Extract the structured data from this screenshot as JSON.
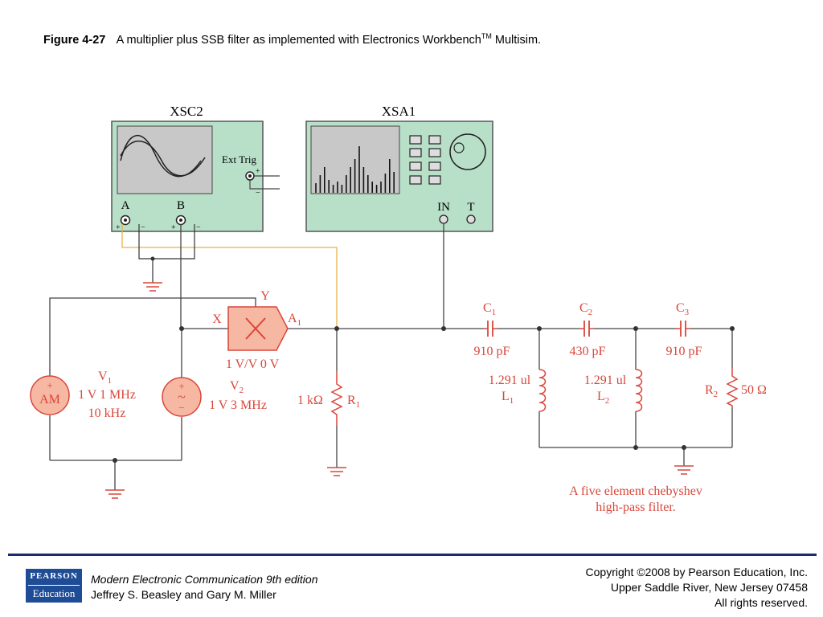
{
  "caption": {
    "figure_label": "Figure 4-27",
    "text": "A multiplier plus SSB filter as implemented with Electronics Workbench",
    "superscript": "TM",
    "suffix": " Multisim."
  },
  "instruments": {
    "scope": {
      "name": "XSC2",
      "ext_trig": "Ext Trig",
      "plus": "+",
      "minus": "−",
      "channel_a": "A",
      "channel_b": "B"
    },
    "analyzer": {
      "name": "XSA1",
      "in_label": "IN",
      "trig_label": "T"
    }
  },
  "multiplier": {
    "y_label": "Y",
    "x_label": "X",
    "name": "A",
    "name_sub": "1",
    "gain": "1 V/V 0 V"
  },
  "sources": {
    "v1": {
      "symbol": "AM",
      "plus": "+",
      "name": "V",
      "name_sub": "1",
      "line1": "1 V 1 MHz",
      "line2": "10 kHz"
    },
    "v2": {
      "plus": "+",
      "wave": "~",
      "minus": "−",
      "name": "V",
      "name_sub": "2",
      "line1": "1 V 3 MHz"
    }
  },
  "resistor_r1": {
    "value": "1 kΩ",
    "name": "R",
    "name_sub": "1"
  },
  "filter": {
    "c1": {
      "name": "C",
      "sub": "1",
      "value": "910 pF"
    },
    "c2": {
      "name": "C",
      "sub": "2",
      "value": "430 pF"
    },
    "c3": {
      "name": "C",
      "sub": "3",
      "value": "910 pF"
    },
    "l1": {
      "value": "1.291 ul",
      "name": "L",
      "sub": "1"
    },
    "l2": {
      "value": "1.291 ul",
      "name": "L",
      "sub": "2"
    },
    "r2": {
      "name": "R",
      "sub": "2",
      "value": "50 Ω"
    },
    "note_line1": "A five element chebyshev",
    "note_line2": "high-pass filter."
  },
  "footer": {
    "publisher_line1": "PEARSON",
    "publisher_line2": "Education",
    "book_title": "Modern Electronic Communication 9th edition",
    "authors": "Jeffrey S. Beasley and Gary M. Miller",
    "copyright_line1": "Copyright ©2008 by Pearson Education, Inc.",
    "copyright_line2": "Upper Saddle River, New Jersey 07458",
    "copyright_line3": "All rights reserved."
  },
  "colors": {
    "component_red": "#d9463a",
    "component_fill": "#f6b8a3",
    "instrument_panel": "#b8e0c8",
    "instrument_border": "#555555",
    "scope_screen": "#c8c8c8",
    "probe_wire": "#e8b04a",
    "wire": "#444444",
    "footer_blue": "#1c2a6e"
  }
}
